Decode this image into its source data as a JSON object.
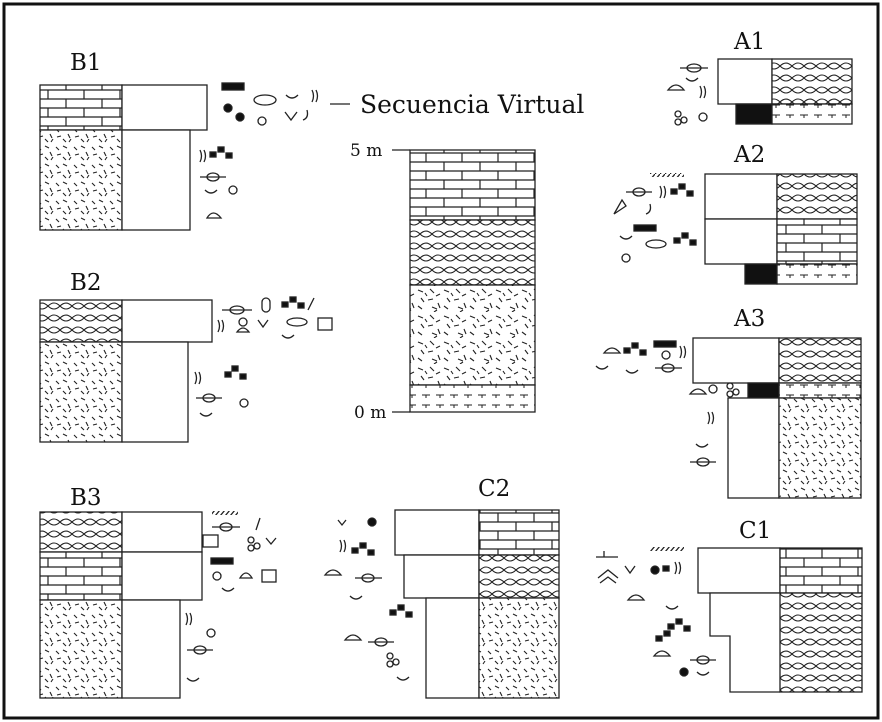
{
  "labels": {
    "b1": "B1",
    "b2": "B2",
    "b3": "B3",
    "a1": "A1",
    "a2": "A2",
    "a3": "A3",
    "c1": "C1",
    "c2": "C2"
  },
  "virtual_sequence": {
    "title": "Secuencia Virtual",
    "top_scale": "5 m",
    "bottom_scale": "0 m"
  }
}
